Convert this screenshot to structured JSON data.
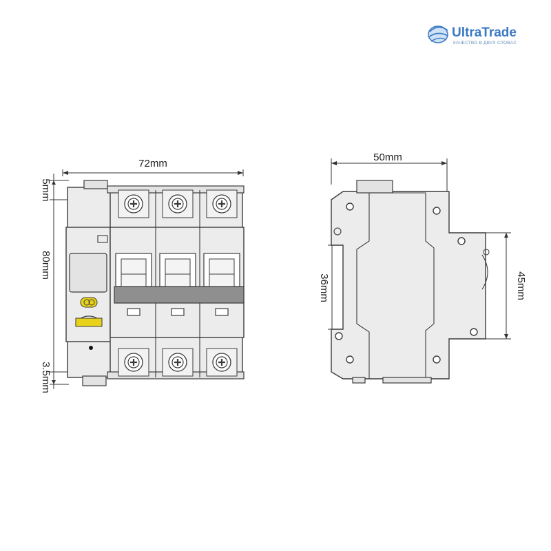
{
  "logo": {
    "brand": "UltraTrade",
    "tagline": "КАЧЕСТВО В ДВУХ СЛОВАХ",
    "brand_color": "#3a78c4"
  },
  "front_view": {
    "width_label": "72mm",
    "height_label": "80mm",
    "top_offset_label": "5mm",
    "bottom_offset_label": "3.5mm",
    "poles": 3,
    "indicator_color": "#e8d21a"
  },
  "side_view": {
    "depth_label": "50mm",
    "front_height_label": "45mm",
    "rail_label": "36mm"
  }
}
